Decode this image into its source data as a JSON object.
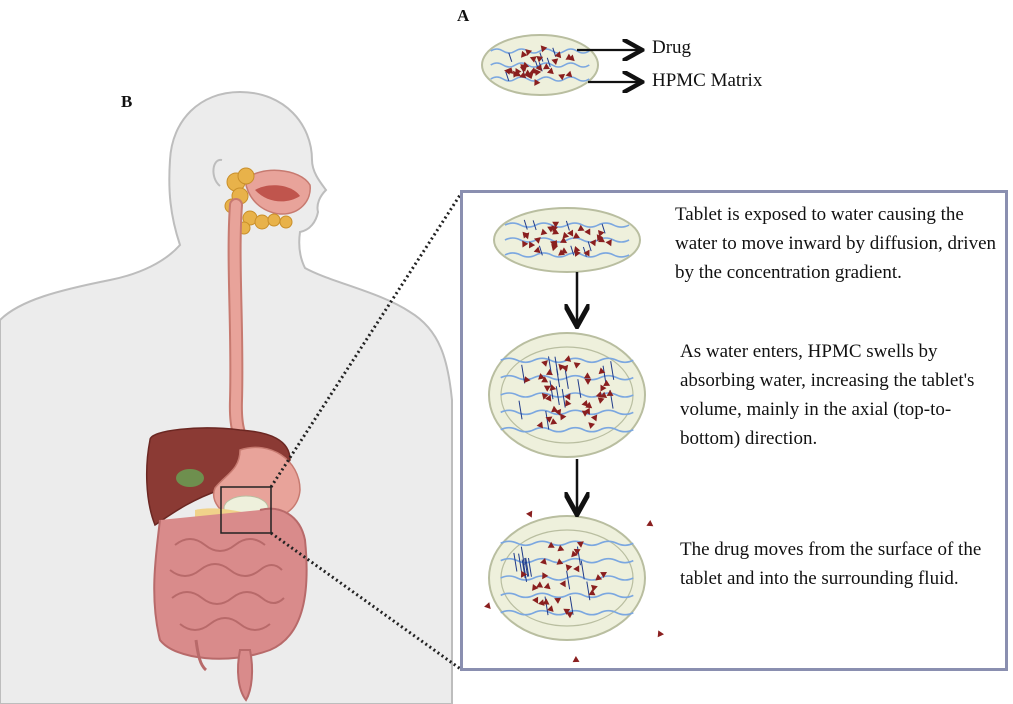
{
  "labels": {
    "panel_a": "A",
    "panel_b": "B",
    "drug": "Drug",
    "matrix": "HPMC Matrix"
  },
  "steps": [
    {
      "text": "Tablet is exposed to water causing the water to move inward by diffusion, driven by the concentration gradient."
    },
    {
      "text": "As water enters, HPMC swells by absorbing water, increasing the tablet's volume, mainly in the axial (top-to-bottom) direction."
    },
    {
      "text": "The drug moves from the surface of the tablet and into the surrounding fluid."
    }
  ],
  "colors": {
    "tablet_fill": "#eef0dc",
    "tablet_edge": "#b9bea0",
    "polymer_chain": "#7ba7e0",
    "crosslink": "#1f3a8a",
    "drug_particle": "#8a1f1f",
    "panel_border": "#8a8fb0",
    "skin": "#ececec",
    "skin_edge": "#bdbdbd",
    "esophagus": "#e8a39a",
    "liver": "#8b3a34",
    "intestine": "#d98b8b",
    "gland": "#e8b24a"
  }
}
